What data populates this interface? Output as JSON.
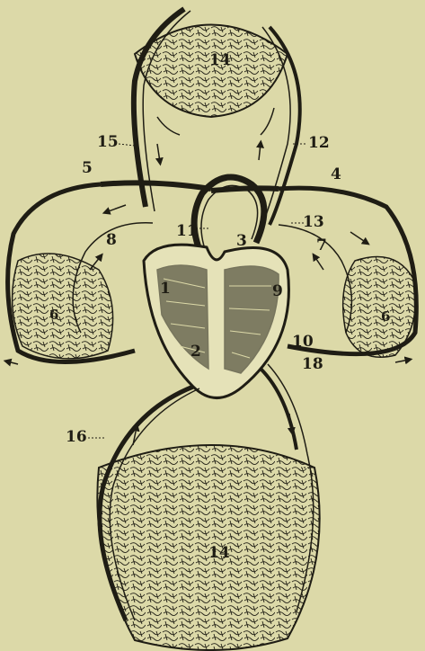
{
  "background_color": "#dcd9a8",
  "ink_color": "#1f1d14",
  "labels": {
    "l1": "1",
    "l2": "2",
    "l3": "3",
    "l4": "4",
    "l5": "5",
    "l6_left": "6",
    "l6_right": "6",
    "l7": "7",
    "l8": "8",
    "l9": "9",
    "l10": "10",
    "l11": "11",
    "l12": "12",
    "l13": "13",
    "l14_top": "14",
    "l14_bottom": "14",
    "l15": "15",
    "l16": "16",
    "l18": "18"
  }
}
